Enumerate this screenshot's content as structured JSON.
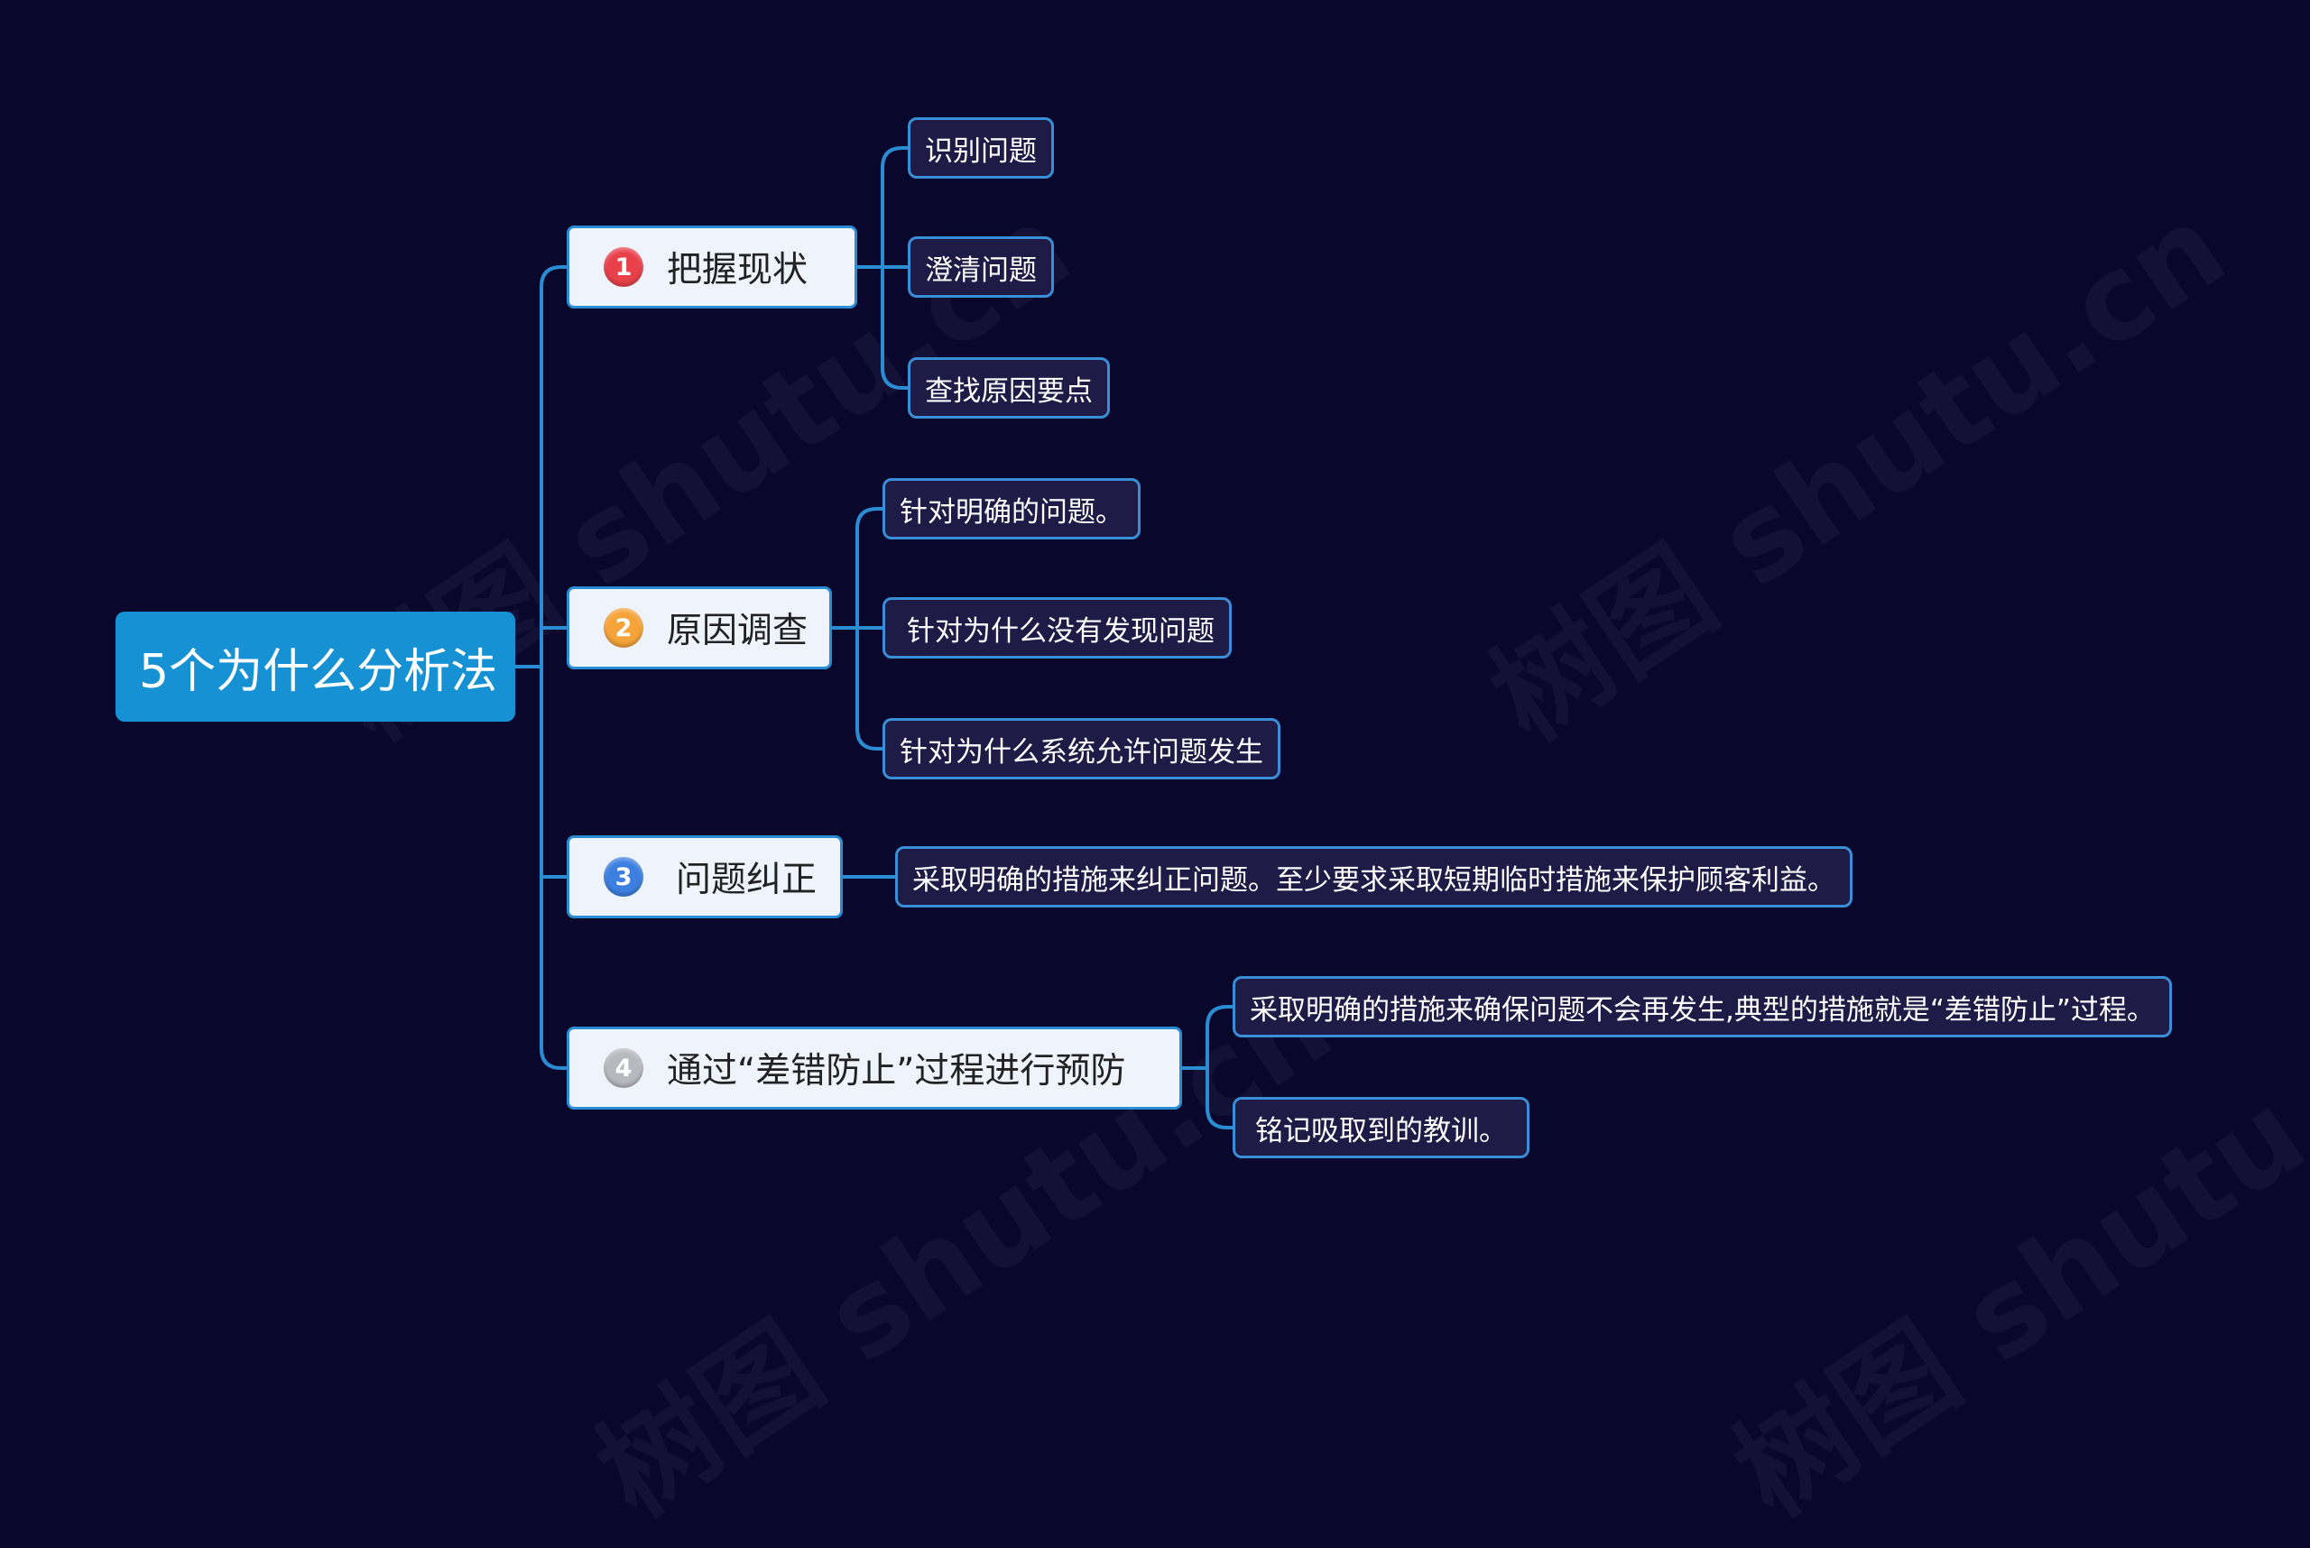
{
  "root": {
    "label": "5个为什么分析法"
  },
  "branches": [
    {
      "number": "1",
      "label": "把握现状",
      "badge_color": "#e8414a",
      "children": [
        "识别问题",
        "澄清问题",
        "查找原因要点"
      ]
    },
    {
      "number": "2",
      "label": "原因调查",
      "badge_color": "#f5a43a",
      "children": [
        "针对明确的问题。",
        "针对为什么没有发现问题",
        "针对为什么系统允许问题发生"
      ]
    },
    {
      "number": "3",
      "label": "问题纠正",
      "badge_color": "#3d7fe0",
      "children": [
        "采取明确的措施来纠正问题。至少要求采取短期临时措施来保护顾客利益。"
      ]
    },
    {
      "number": "4",
      "label": "通过“差错防止”过程进行预防",
      "badge_color": "#b7b9be",
      "children": [
        "采取明确的措施来确保问题不会再发生,典型的措施就是“差错防止”过程。",
        "铭记吸取到的教训。"
      ]
    }
  ],
  "watermark": "树图 shutu.cn",
  "colors": {
    "background": "#0a072d",
    "connector": "#2a8dd4",
    "root_fill": "#1692d4"
  }
}
